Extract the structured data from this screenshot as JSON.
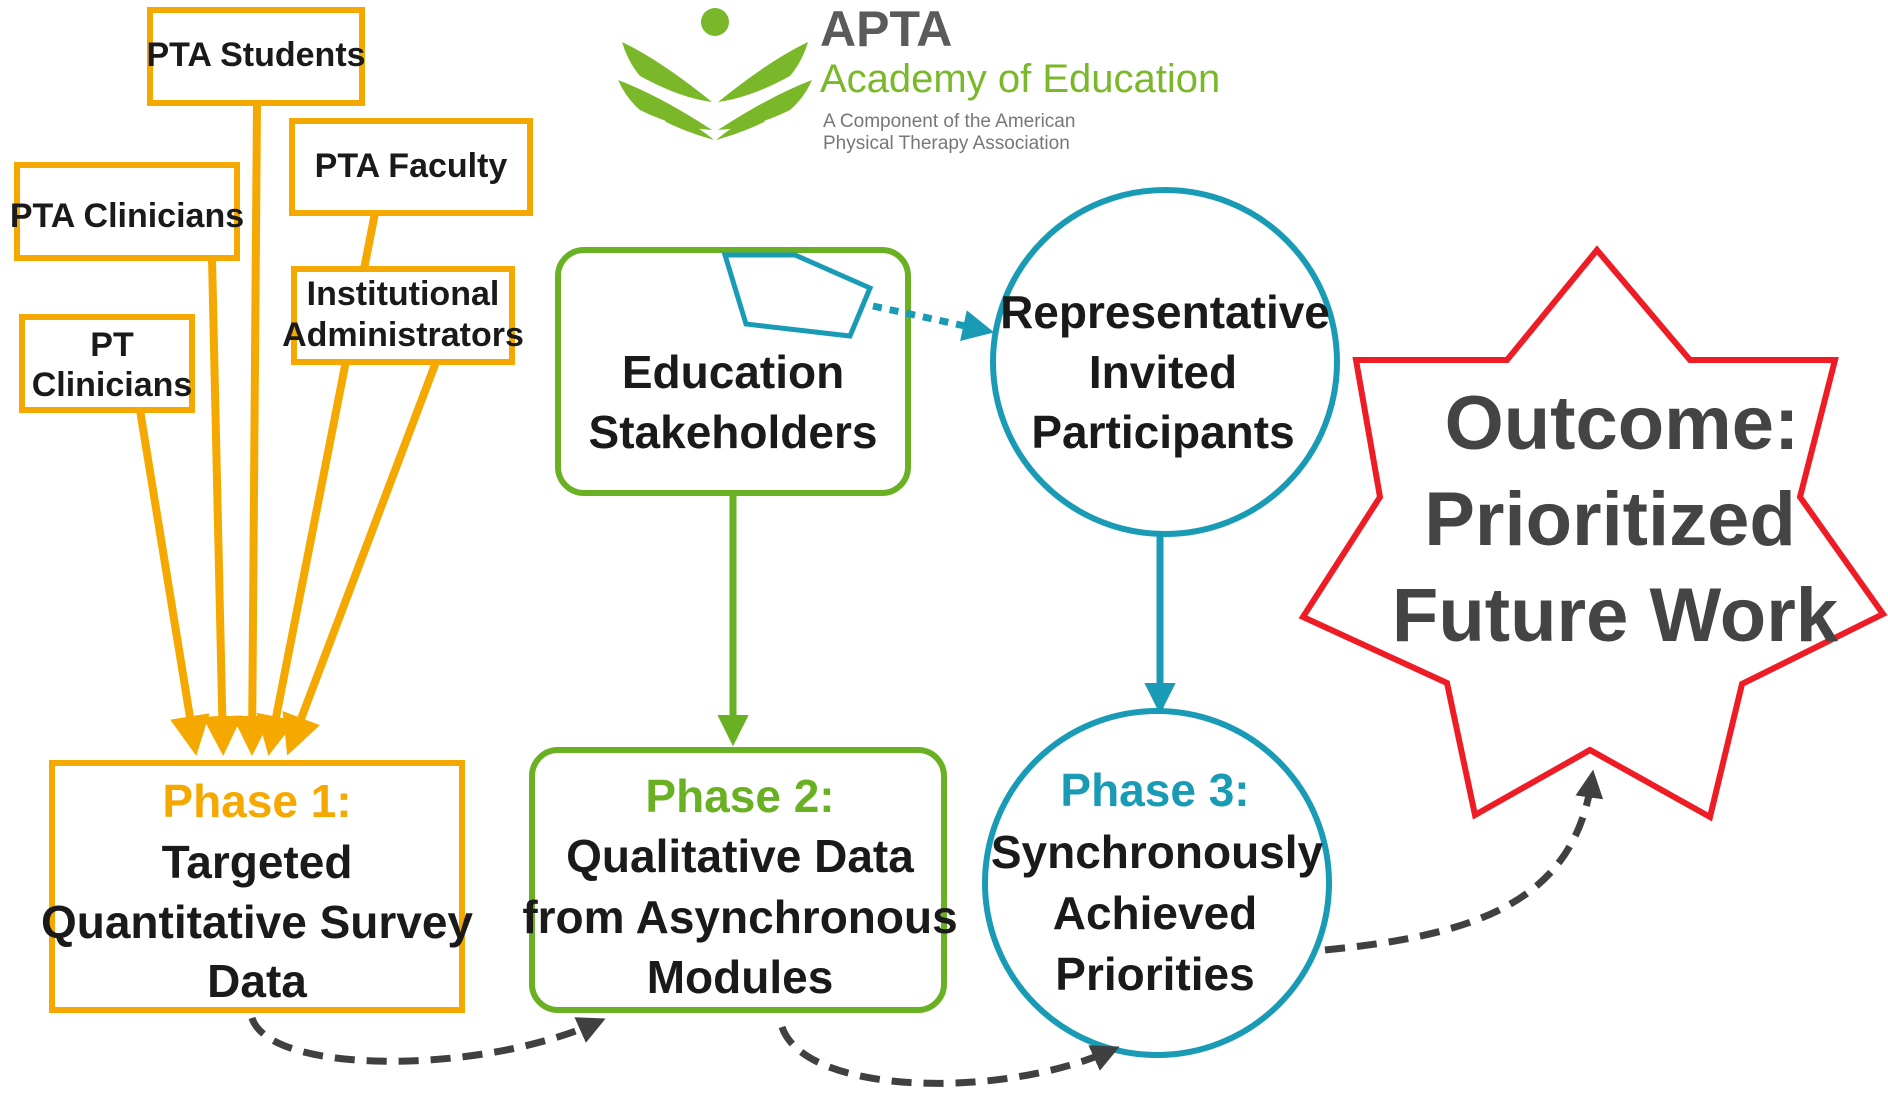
{
  "logo": {
    "name": "APTA",
    "subtitle": "Academy of Education",
    "tagline_line1": "A Component of the American",
    "tagline_line2": "Physical Therapy Association"
  },
  "stakeholders": {
    "pta_students": "PTA Students",
    "pta_faculty": "PTA Faculty",
    "pta_clinicians": "PTA Clinicians",
    "institutional_line1": "Institutional",
    "institutional_line2": "Administrators",
    "pt_line1": "PT",
    "pt_line2": "Clinicians"
  },
  "education_stakeholders": {
    "line1": "Education",
    "line2": "Stakeholders"
  },
  "representative": {
    "line1": "Representative",
    "line2": "Invited",
    "line3": "Participants"
  },
  "phase1": {
    "title": "Phase 1:",
    "line1": "Targeted",
    "line2": "Quantitative Survey",
    "line3": "Data"
  },
  "phase2": {
    "title": "Phase 2:",
    "line1": "Qualitative Data",
    "line2": "from Asynchronous",
    "line3": "Modules"
  },
  "phase3": {
    "title": "Phase 3:",
    "line1": "Synchronously",
    "line2": "Achieved",
    "line3": "Priorities"
  },
  "outcome": {
    "line1": "Outcome:",
    "line2": "Prioritized",
    "line3": "Future Work"
  },
  "colors": {
    "phase1": "#f5a800",
    "phase2": "#6ab023",
    "phase3": "#1a9bb5",
    "outcome": "#ee1c25",
    "dashed": "#404040",
    "logo_green": "#7ab829",
    "logo_gray": "#5b5b5b"
  }
}
